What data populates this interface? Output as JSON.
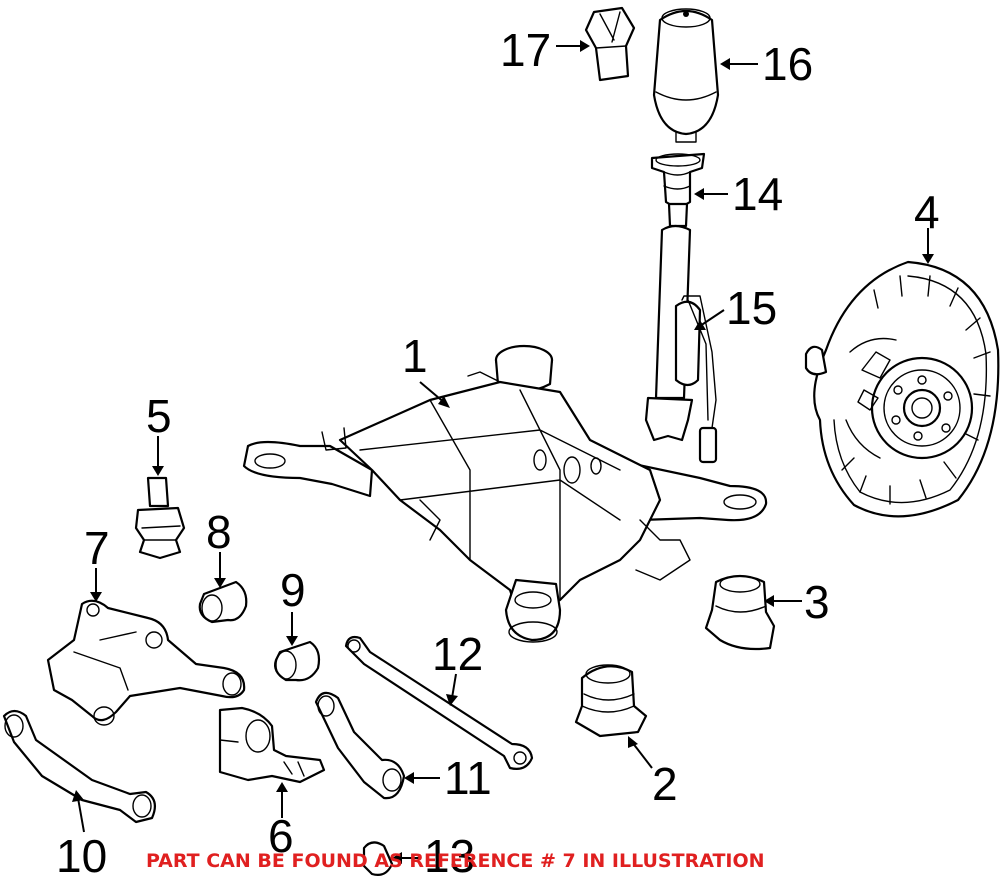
{
  "callouts": [
    "1",
    "2",
    "3",
    "4",
    "5",
    "6",
    "7",
    "8",
    "9",
    "10",
    "11",
    "12",
    "13",
    "14",
    "15",
    "16",
    "17"
  ],
  "note": {
    "text": "PART CAN BE FOUND AS REFERENCE # 7 IN ILLUSTRATION",
    "color": "#e02020"
  },
  "parts": [
    {
      "ref": "1",
      "name": "subframe"
    },
    {
      "ref": "2",
      "name": "subframe-mount-bushing"
    },
    {
      "ref": "3",
      "name": "subframe-mount"
    },
    {
      "ref": "4",
      "name": "backing-plate-hub-assembly"
    },
    {
      "ref": "5",
      "name": "ball-joint"
    },
    {
      "ref": "6",
      "name": "bracket"
    },
    {
      "ref": "7",
      "name": "control-arm"
    },
    {
      "ref": "8",
      "name": "bushing"
    },
    {
      "ref": "9",
      "name": "bushing"
    },
    {
      "ref": "10",
      "name": "trailing-arm"
    },
    {
      "ref": "11",
      "name": "lateral-arm"
    },
    {
      "ref": "12",
      "name": "tie-rod"
    },
    {
      "ref": "13",
      "name": "bushing"
    },
    {
      "ref": "14",
      "name": "strut-mount"
    },
    {
      "ref": "15",
      "name": "shock-absorber"
    },
    {
      "ref": "16",
      "name": "air-spring"
    },
    {
      "ref": "17",
      "name": "boot"
    }
  ]
}
